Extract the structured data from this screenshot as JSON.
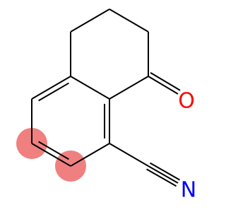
{
  "molecule": {
    "atoms": [
      {
        "id": "C1",
        "element": "C"
      },
      {
        "id": "C2",
        "element": "C"
      },
      {
        "id": "C3",
        "element": "C"
      },
      {
        "id": "C4",
        "element": "C"
      },
      {
        "id": "C5",
        "element": "C",
        "highlight": "#f08080"
      },
      {
        "id": "C6",
        "element": "C",
        "highlight": "#f08080"
      },
      {
        "id": "C7",
        "element": "C"
      },
      {
        "id": "C8",
        "element": "C"
      },
      {
        "id": "C9",
        "element": "C"
      },
      {
        "id": "C10",
        "element": "C"
      },
      {
        "id": "C11",
        "element": "C"
      },
      {
        "id": "C12",
        "element": "C"
      },
      {
        "id": "O1",
        "element": "O",
        "label": "O",
        "color": "#ff0000"
      },
      {
        "id": "N1",
        "element": "N",
        "label": "N",
        "color": "#0000ff"
      }
    ],
    "bonds": [
      {
        "a": "C1",
        "b": "C2",
        "order": 1
      },
      {
        "a": "C2",
        "b": "C3",
        "order": 1
      },
      {
        "a": "C3",
        "b": "C4",
        "order": 1
      },
      {
        "a": "C4",
        "b": "C9",
        "order": 1
      },
      {
        "a": "C9",
        "b": "C10",
        "order": 1
      },
      {
        "a": "C10",
        "b": "C1",
        "order": 1
      },
      {
        "a": "C1",
        "b": "O1",
        "order": 2
      },
      {
        "a": "C4",
        "b": "C5",
        "order": 2
      },
      {
        "a": "C5",
        "b": "C6",
        "order": 1
      },
      {
        "a": "C6",
        "b": "C7",
        "order": 2
      },
      {
        "a": "C7",
        "b": "C8",
        "order": 1
      },
      {
        "a": "C8",
        "b": "C9",
        "order": 2
      },
      {
        "a": "C8",
        "b": "C11",
        "order": 1
      },
      {
        "a": "C11",
        "b": "N1",
        "order": 3
      }
    ]
  }
}
